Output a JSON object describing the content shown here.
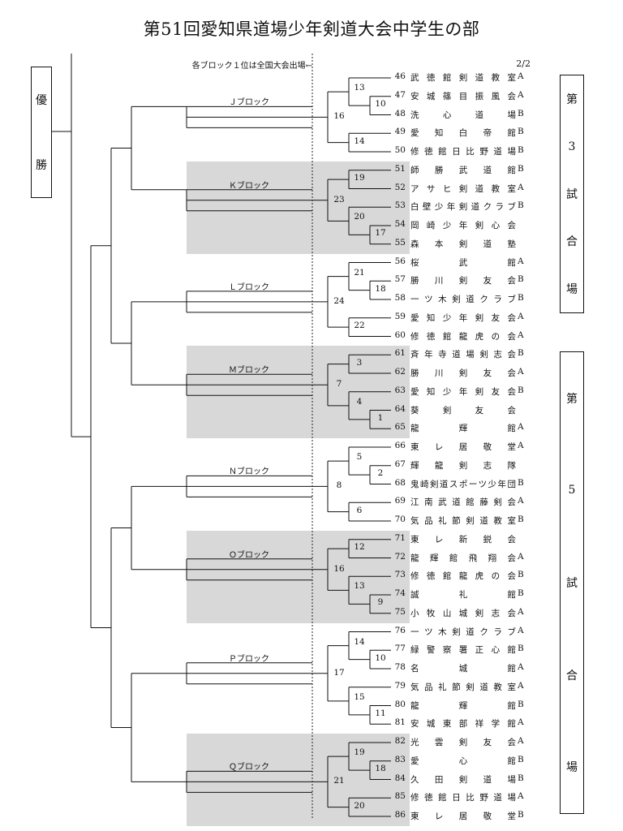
{
  "title": "第51回愛知県道場少年剣道大会中学生の部",
  "page_number": "2/2",
  "note": "各ブロック１位は全国大会出場←",
  "winner_label": [
    "優",
    "勝"
  ],
  "court3_label": [
    "第",
    "3",
    "試",
    "合",
    "場"
  ],
  "court5_label": [
    "第",
    "5",
    "試",
    "合",
    "場"
  ],
  "blocks": [
    {
      "label": "Ｊブロック",
      "teams": [
        {
          "num": "46",
          "name": "武徳館剣道教室",
          "group": "A"
        },
        {
          "num": "47",
          "name": "安城篠目振風会",
          "group": "A"
        },
        {
          "num": "48",
          "name": "洗心道場",
          "group": "B"
        },
        {
          "num": "49",
          "name": "愛知白帝館",
          "group": "B"
        },
        {
          "num": "50",
          "name": "修徳館日比野道場",
          "group": "B"
        }
      ],
      "matches": [
        "13",
        "10",
        "14",
        "16"
      ]
    },
    {
      "label": "Ｋブロック",
      "teams": [
        {
          "num": "51",
          "name": "師勝武道館",
          "group": "B"
        },
        {
          "num": "52",
          "name": "アサヒ剣道教室",
          "group": "A"
        },
        {
          "num": "53",
          "name": "白壁少年剣道クラブ",
          "group": "B"
        },
        {
          "num": "54",
          "name": "岡崎少年剣心会",
          "group": ""
        },
        {
          "num": "55",
          "name": "森本剣道塾",
          "group": ""
        }
      ],
      "matches": [
        "19",
        "17",
        "20",
        "23"
      ]
    },
    {
      "label": "Ｌブロック",
      "teams": [
        {
          "num": "56",
          "name": "桜武館",
          "group": "A"
        },
        {
          "num": "57",
          "name": "勝川剣友会",
          "group": "B"
        },
        {
          "num": "58",
          "name": "一ツ木剣道クラブ",
          "group": "B"
        },
        {
          "num": "59",
          "name": "愛知少年剣友会",
          "group": "A"
        },
        {
          "num": "60",
          "name": "修徳館龍虎の会",
          "group": "A"
        }
      ],
      "matches": [
        "21",
        "18",
        "22",
        "24"
      ]
    },
    {
      "label": "Ｍブロック",
      "teams": [
        {
          "num": "61",
          "name": "斉年寺道場剣志会",
          "group": "B"
        },
        {
          "num": "62",
          "name": "勝川剣友会",
          "group": "A"
        },
        {
          "num": "63",
          "name": "愛知少年剣友会",
          "group": "B"
        },
        {
          "num": "64",
          "name": "葵剣友会",
          "group": ""
        },
        {
          "num": "65",
          "name": "龍輝館",
          "group": "A"
        }
      ],
      "matches": [
        "3",
        "1",
        "4",
        "7"
      ]
    },
    {
      "label": "Ｎブロック",
      "teams": [
        {
          "num": "66",
          "name": "東レ居敬堂",
          "group": "A"
        },
        {
          "num": "67",
          "name": "輝龍剣志隊",
          "group": ""
        },
        {
          "num": "68",
          "name": "鬼崎剣道スポーツ少年団",
          "group": "B"
        },
        {
          "num": "69",
          "name": "江南武道館藤剣会",
          "group": "A"
        },
        {
          "num": "70",
          "name": "気品礼節剣道教室",
          "group": "B"
        }
      ],
      "matches": [
        "5",
        "2",
        "6",
        "8"
      ]
    },
    {
      "label": "Ｏブロック",
      "teams": [
        {
          "num": "71",
          "name": "東レ新鋭会",
          "group": ""
        },
        {
          "num": "72",
          "name": "龍輝館飛翔会",
          "group": "A"
        },
        {
          "num": "73",
          "name": "修徳館龍虎の会",
          "group": "B"
        },
        {
          "num": "74",
          "name": "誠礼館",
          "group": "B"
        },
        {
          "num": "75",
          "name": "小牧山城剣志会",
          "group": "A"
        }
      ],
      "matches": [
        "12",
        "9",
        "13",
        "16"
      ]
    },
    {
      "label": "Ｐブロック",
      "teams": [
        {
          "num": "76",
          "name": "一ツ木剣道クラブ",
          "group": "A"
        },
        {
          "num": "77",
          "name": "緑警察署正心館",
          "group": "B"
        },
        {
          "num": "78",
          "name": "名城館",
          "group": "A"
        },
        {
          "num": "79",
          "name": "気品礼節剣道教室",
          "group": "A"
        },
        {
          "num": "80",
          "name": "龍輝館",
          "group": "B"
        },
        {
          "num": "81",
          "name": "安城東部祥学館",
          "group": "A"
        }
      ],
      "matches": [
        "14",
        "10",
        "11",
        "15",
        "17"
      ]
    },
    {
      "label": "Ｑブロック",
      "teams": [
        {
          "num": "82",
          "name": "光雲剣友会",
          "group": "A"
        },
        {
          "num": "83",
          "name": "愛心館",
          "group": "B"
        },
        {
          "num": "84",
          "name": "久田剣道場",
          "group": "B"
        },
        {
          "num": "85",
          "name": "修徳館日比野道場",
          "group": "A"
        },
        {
          "num": "86",
          "name": "東レ居敬堂",
          "group": "B"
        }
      ],
      "matches": [
        "19",
        "18",
        "20",
        "21"
      ]
    }
  ]
}
